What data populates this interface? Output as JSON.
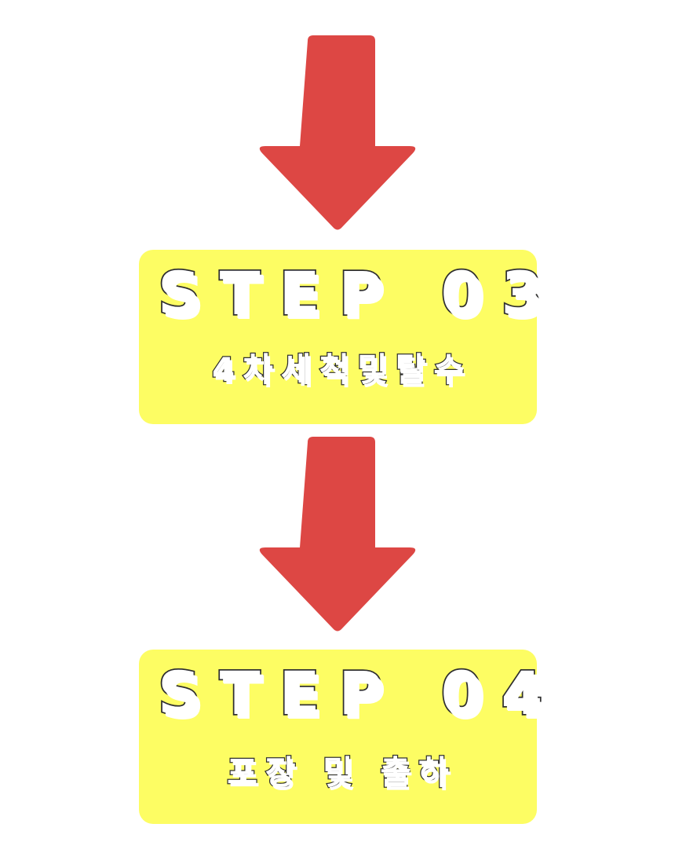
{
  "colors": {
    "arrow": "#dd4744",
    "box": "#fdfd63",
    "text_fill": "#ffffff",
    "text_outline": "#2f2f2f",
    "background": "#ffffff"
  },
  "arrows": [
    {
      "icon": "down-arrow-icon"
    },
    {
      "icon": "down-arrow-icon"
    }
  ],
  "steps": [
    {
      "title": "STEP 03",
      "subtitle": "4차세척및탈수"
    },
    {
      "title": "STEP 04",
      "subtitle": "포장 및 출하"
    }
  ]
}
